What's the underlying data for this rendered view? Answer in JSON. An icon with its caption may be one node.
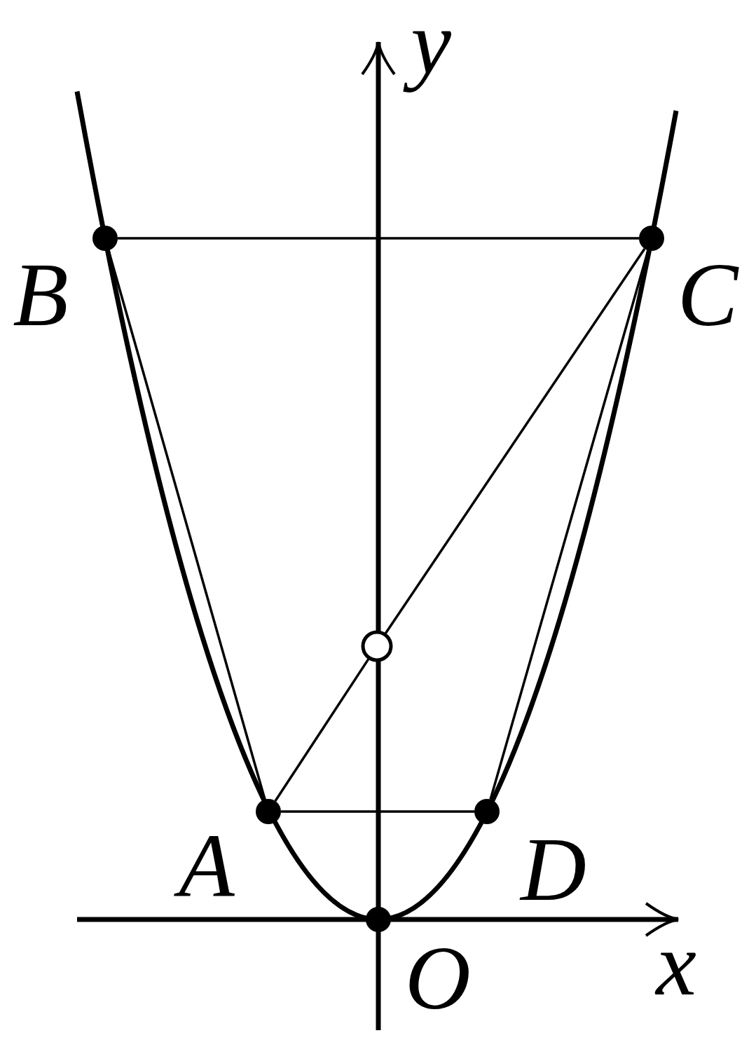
{
  "diagram": {
    "nodes": [
      {
        "text": [
          "B"
        ]
      },
      {
        "text": [
          "C"
        ]
      },
      {
        "text": [],
        "shape": "circle"
      },
      {
        "text": [
          "A"
        ]
      },
      {
        "text": [
          "D"
        ]
      },
      {
        "text": [
          "O"
        ]
      }
    ],
    "edges": [
      {
        "from": 0,
        "to": 1,
        "arrow": "none"
      },
      {
        "from": 0,
        "to": 3,
        "arrow": "none"
      },
      {
        "from": 1,
        "to": 2,
        "arrow": "none"
      },
      {
        "from": 2,
        "to": 3,
        "arrow": "none"
      },
      {
        "from": 1,
        "to": 4,
        "arrow": "none"
      },
      {
        "from": 3,
        "to": 4,
        "arrow": "none"
      }
    ],
    "labels": [
      "y",
      "x"
    ]
  }
}
